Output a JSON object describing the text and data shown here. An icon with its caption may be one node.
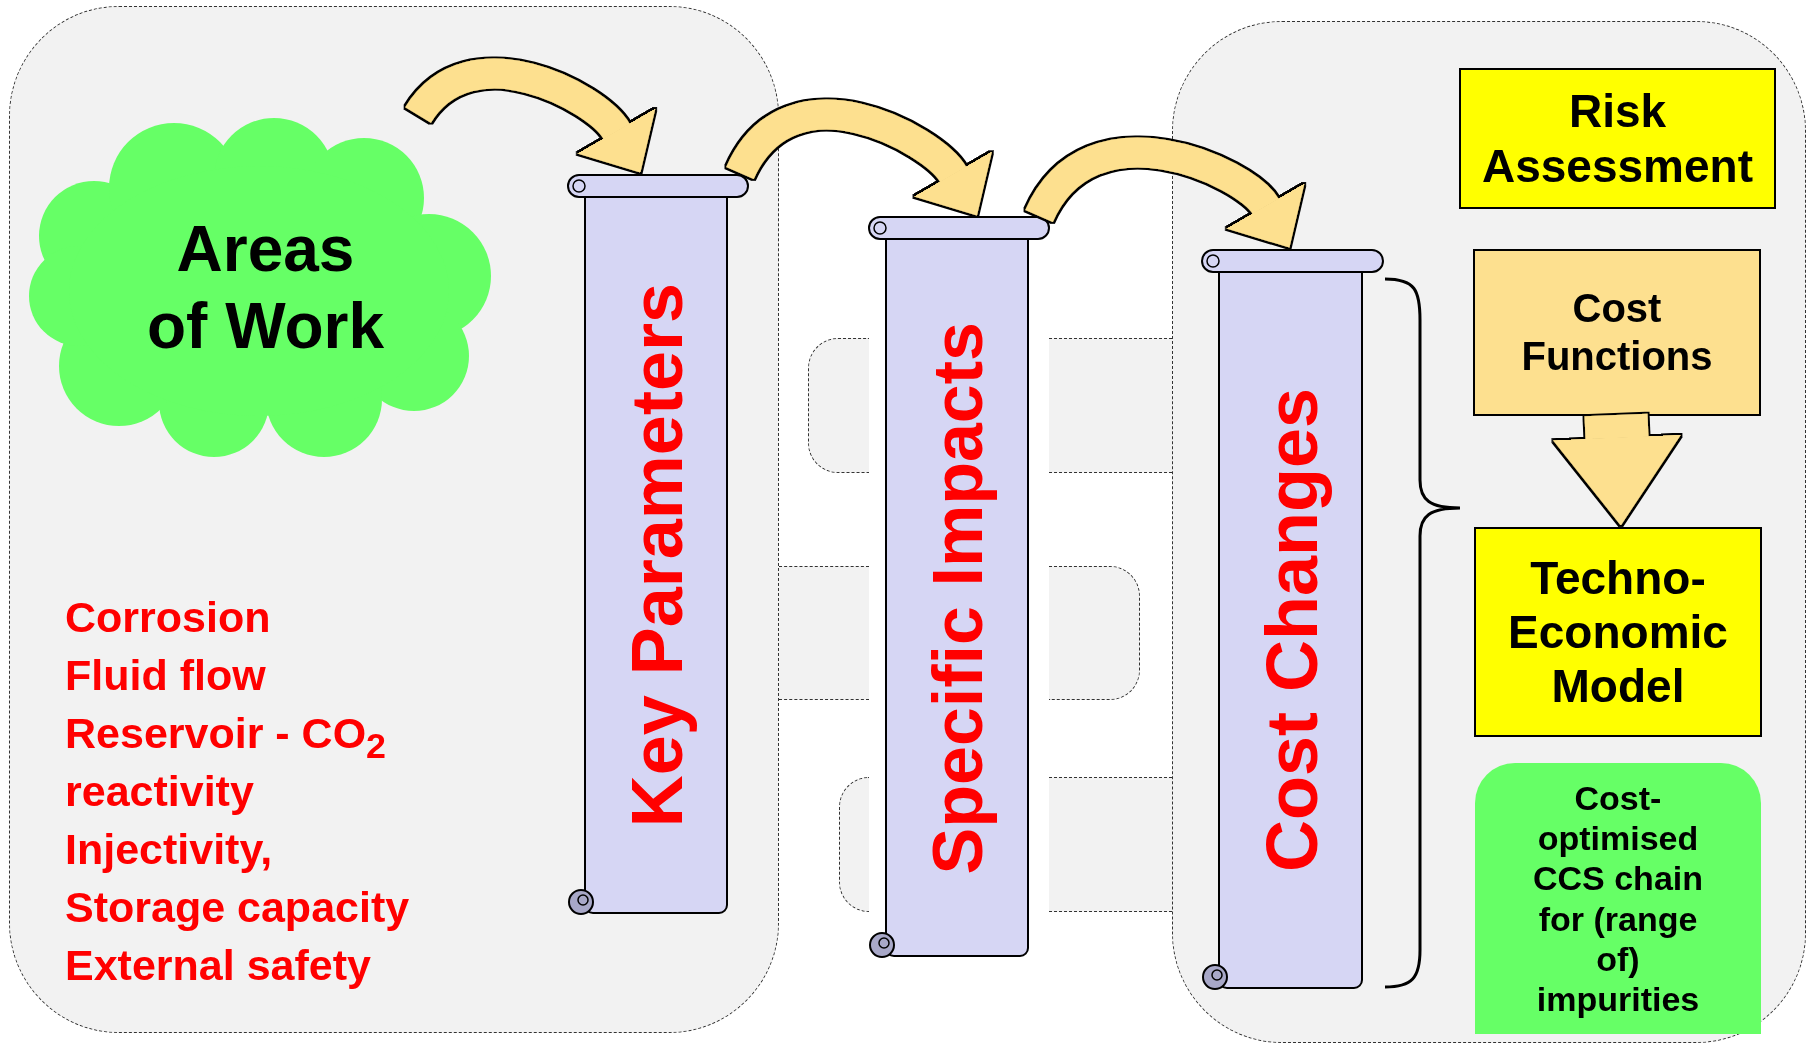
{
  "diagram": {
    "nodes": [
      {
        "text": [],
        "shape": "box"
      },
      {
        "text": [
          "Areas of Work"
        ],
        "in": 0
      },
      {
        "text": [
          "Key Parameters"
        ],
        "in": 0
      },
      {
        "text": [],
        "shape": "box"
      },
      {
        "text": [],
        "shape": "box"
      },
      {
        "text": [],
        "shape": "box"
      },
      {
        "text": [],
        "shape": "box"
      },
      {
        "text": [],
        "shape": "box"
      },
      {
        "text": [],
        "shape": "box"
      },
      {
        "text": [
          "Specific Impacts"
        ]
      },
      {
        "text": [],
        "shape": "box"
      },
      {
        "text": [
          "Cost Changes"
        ],
        "in": 10
      },
      {
        "text": [
          "Risk Assessment"
        ],
        "in": 10
      },
      {
        "text": [
          "Cost Functions"
        ],
        "in": 10
      },
      {
        "text": [
          "Techno-Economic Model"
        ],
        "in": 10
      },
      {
        "text": [
          "Cost-optimised CCS chain for (range of) impurities"
        ],
        "in": 10
      }
    ],
    "edges": [
      {
        "from": 1,
        "to": 2,
        "arrow": "to"
      },
      {
        "from": 2,
        "to": 9,
        "arrow": "to"
      },
      {
        "from": 9,
        "to": 11,
        "arrow": "to"
      },
      {
        "from": 13,
        "to": 14,
        "arrow": "to",
        "style": "thick"
      }
    ],
    "labels": [
      "Corrosion",
      "Fluid flow",
      "Reservoir - CO$_{2}$ reactivity",
      "Injectivity, Storage capacity",
      "External safety"
    ]
  }
}
